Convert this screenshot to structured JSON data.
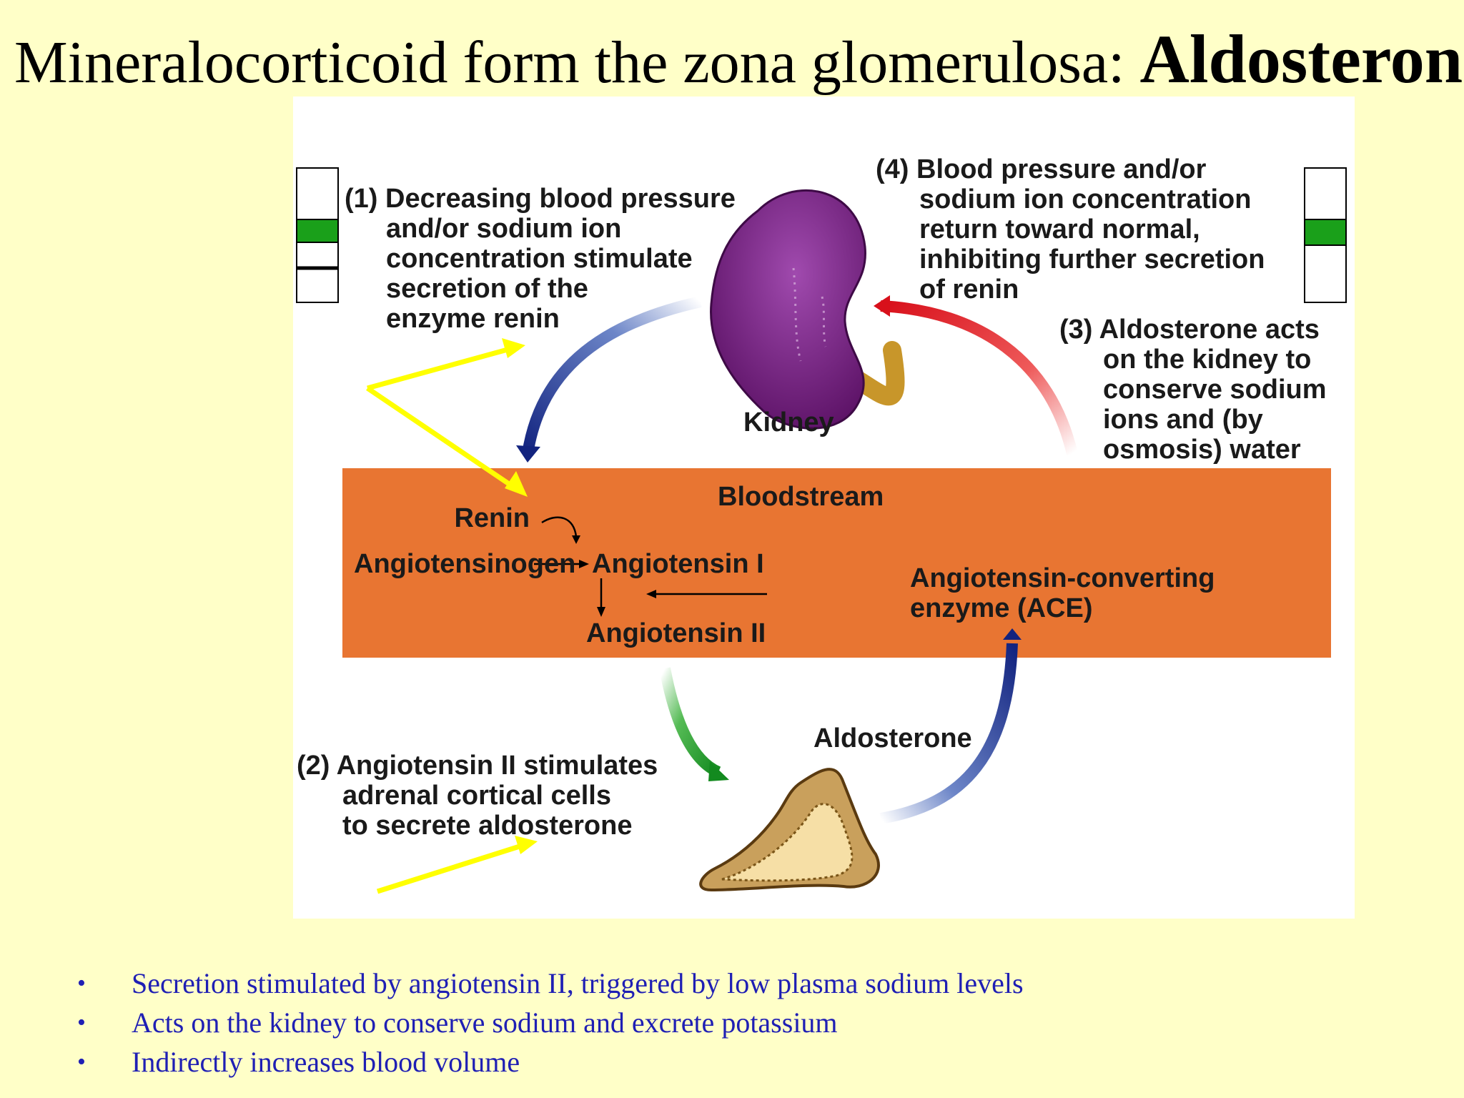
{
  "title": {
    "prefix": "Mineralocorticoid form the zona glomerulosa: ",
    "emphasis": "Aldosterone"
  },
  "diagram": {
    "step1": [
      "(1) Decreasing blood pressure",
      "and/or sodium ion",
      "concentration stimulate",
      "secretion of the",
      "enzyme renin"
    ],
    "step2": [
      "(2) Angiotensin II stimulates",
      "adrenal cortical cells",
      "to secrete aldosterone"
    ],
    "step3": [
      "(3) Aldosterone acts",
      "on the kidney to",
      "conserve sodium",
      "ions and (by",
      "osmosis) water"
    ],
    "step4": [
      "(4) Blood pressure and/or",
      "sodium ion concentration",
      "return toward normal,",
      "inhibiting further secretion",
      "of renin"
    ],
    "kidney_label": "Kidney",
    "bloodstream_label": "Bloodstream",
    "renin": "Renin",
    "angiotensinogen": "Angiotensinogen",
    "angiotensin1": "Angiotensin I",
    "angiotensin2": "Angiotensin II",
    "ace": [
      "Angiotensin-converting",
      "enzyme (ACE)"
    ],
    "aldosterone_label": "Aldosterone"
  },
  "bullets": [
    "Secretion stimulated by angiotensin II, triggered by low plasma sodium levels",
    "Acts on the kidney to conserve sodium and excrete potassium",
    "Indirectly increases blood volume"
  ],
  "colors": {
    "background": "#ffffc8",
    "bloodstream": "#e87532",
    "kidney": "#7a1f86",
    "ureter": "#c8962a",
    "pointer_arrows": "#ffff00",
    "arrow_blue": "#1a2a9a",
    "arrow_red": "#e3101e",
    "arrow_green": "#1f9a2a",
    "indicator_fill": "#1aa01a",
    "bullet_text": "#1f1fb4"
  }
}
